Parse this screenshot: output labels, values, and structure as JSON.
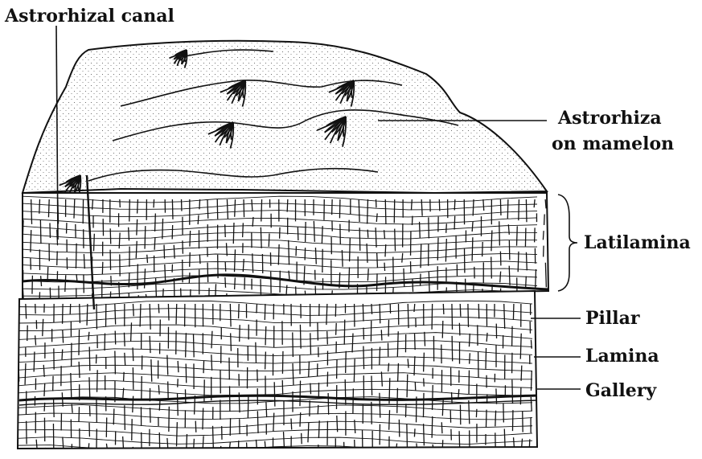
{
  "labels": {
    "astrorhizal_canal": "Astrorhizal canal",
    "astrorhiza_line1": "Astrorhiza",
    "astrorhiza_line2": "on mamelon",
    "latilamina": "Latilamina",
    "pillar": "Pillar",
    "lamina": "Lamina",
    "gallery": "Gallery"
  },
  "colors": {
    "ink": "#111111",
    "paper": "#ffffff",
    "stipple": "#2a2a2a"
  }
}
